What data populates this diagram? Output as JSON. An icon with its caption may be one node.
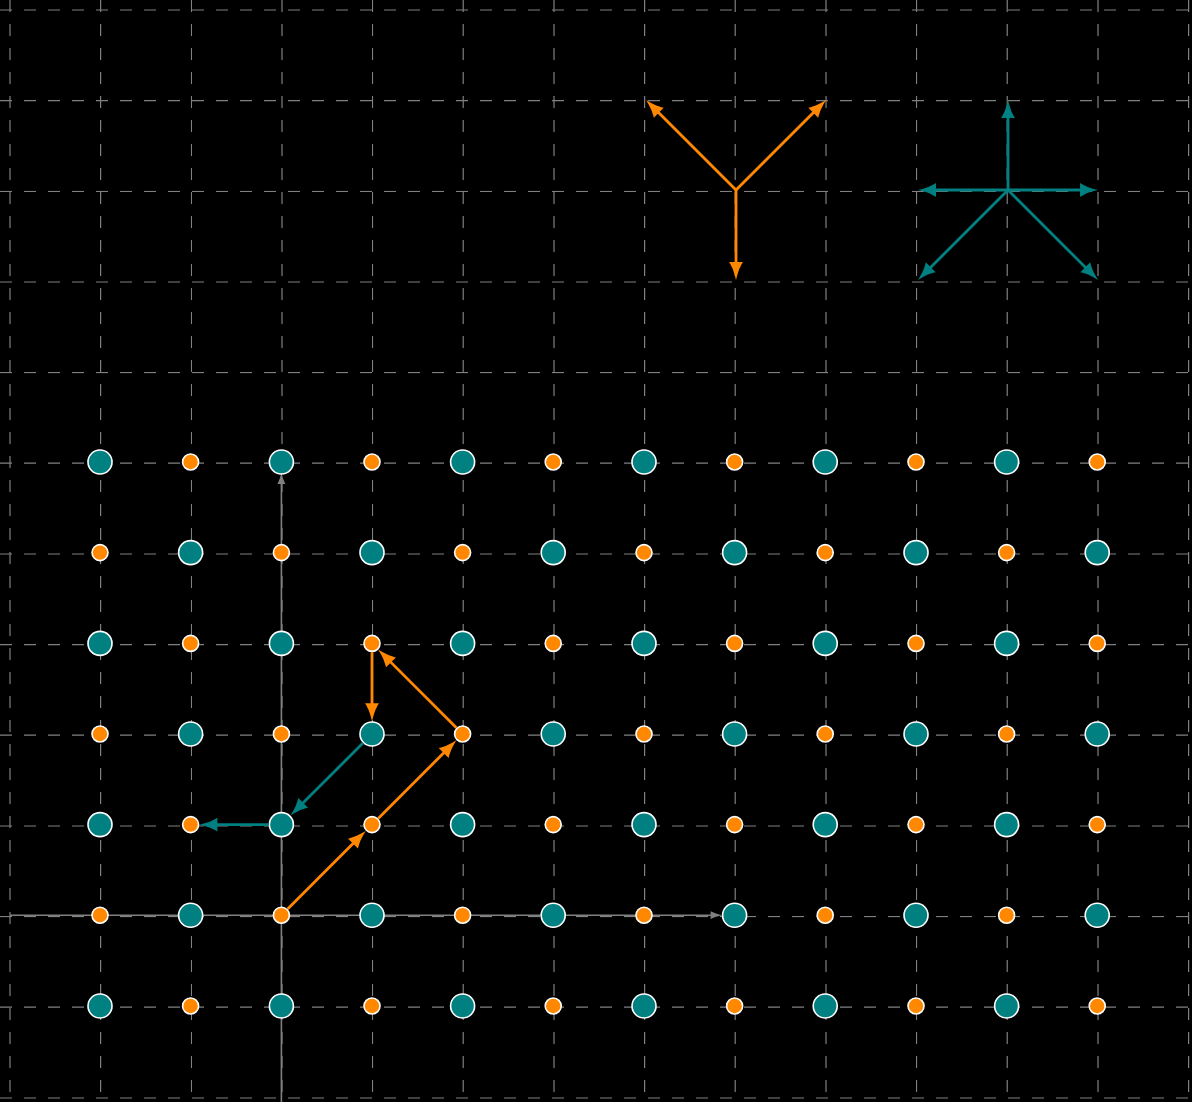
{
  "diagram": {
    "nodes": [
      {
        "text": [],
        "shape": "circle"
      },
      {
        "text": [],
        "shape": "circle"
      },
      {
        "text": [],
        "shape": "circle"
      },
      {
        "text": [],
        "shape": "circle"
      },
      {
        "text": [],
        "shape": "circle"
      },
      {
        "text": [],
        "shape": "circle"
      },
      {
        "text": [],
        "shape": "circle"
      }
    ],
    "edges": [
      {
        "from": 0,
        "to": 1,
        "arrow": "to"
      },
      {
        "from": 1,
        "to": 2,
        "arrow": "to"
      },
      {
        "from": 2,
        "to": 3,
        "arrow": "to"
      },
      {
        "from": 3,
        "to": 4,
        "arrow": "to"
      },
      {
        "from": 4,
        "to": 5,
        "arrow": "to",
        "color": "#008080"
      },
      {
        "from": 5,
        "to": 6,
        "arrow": "to",
        "color": "#008080"
      }
    ]
  }
}
